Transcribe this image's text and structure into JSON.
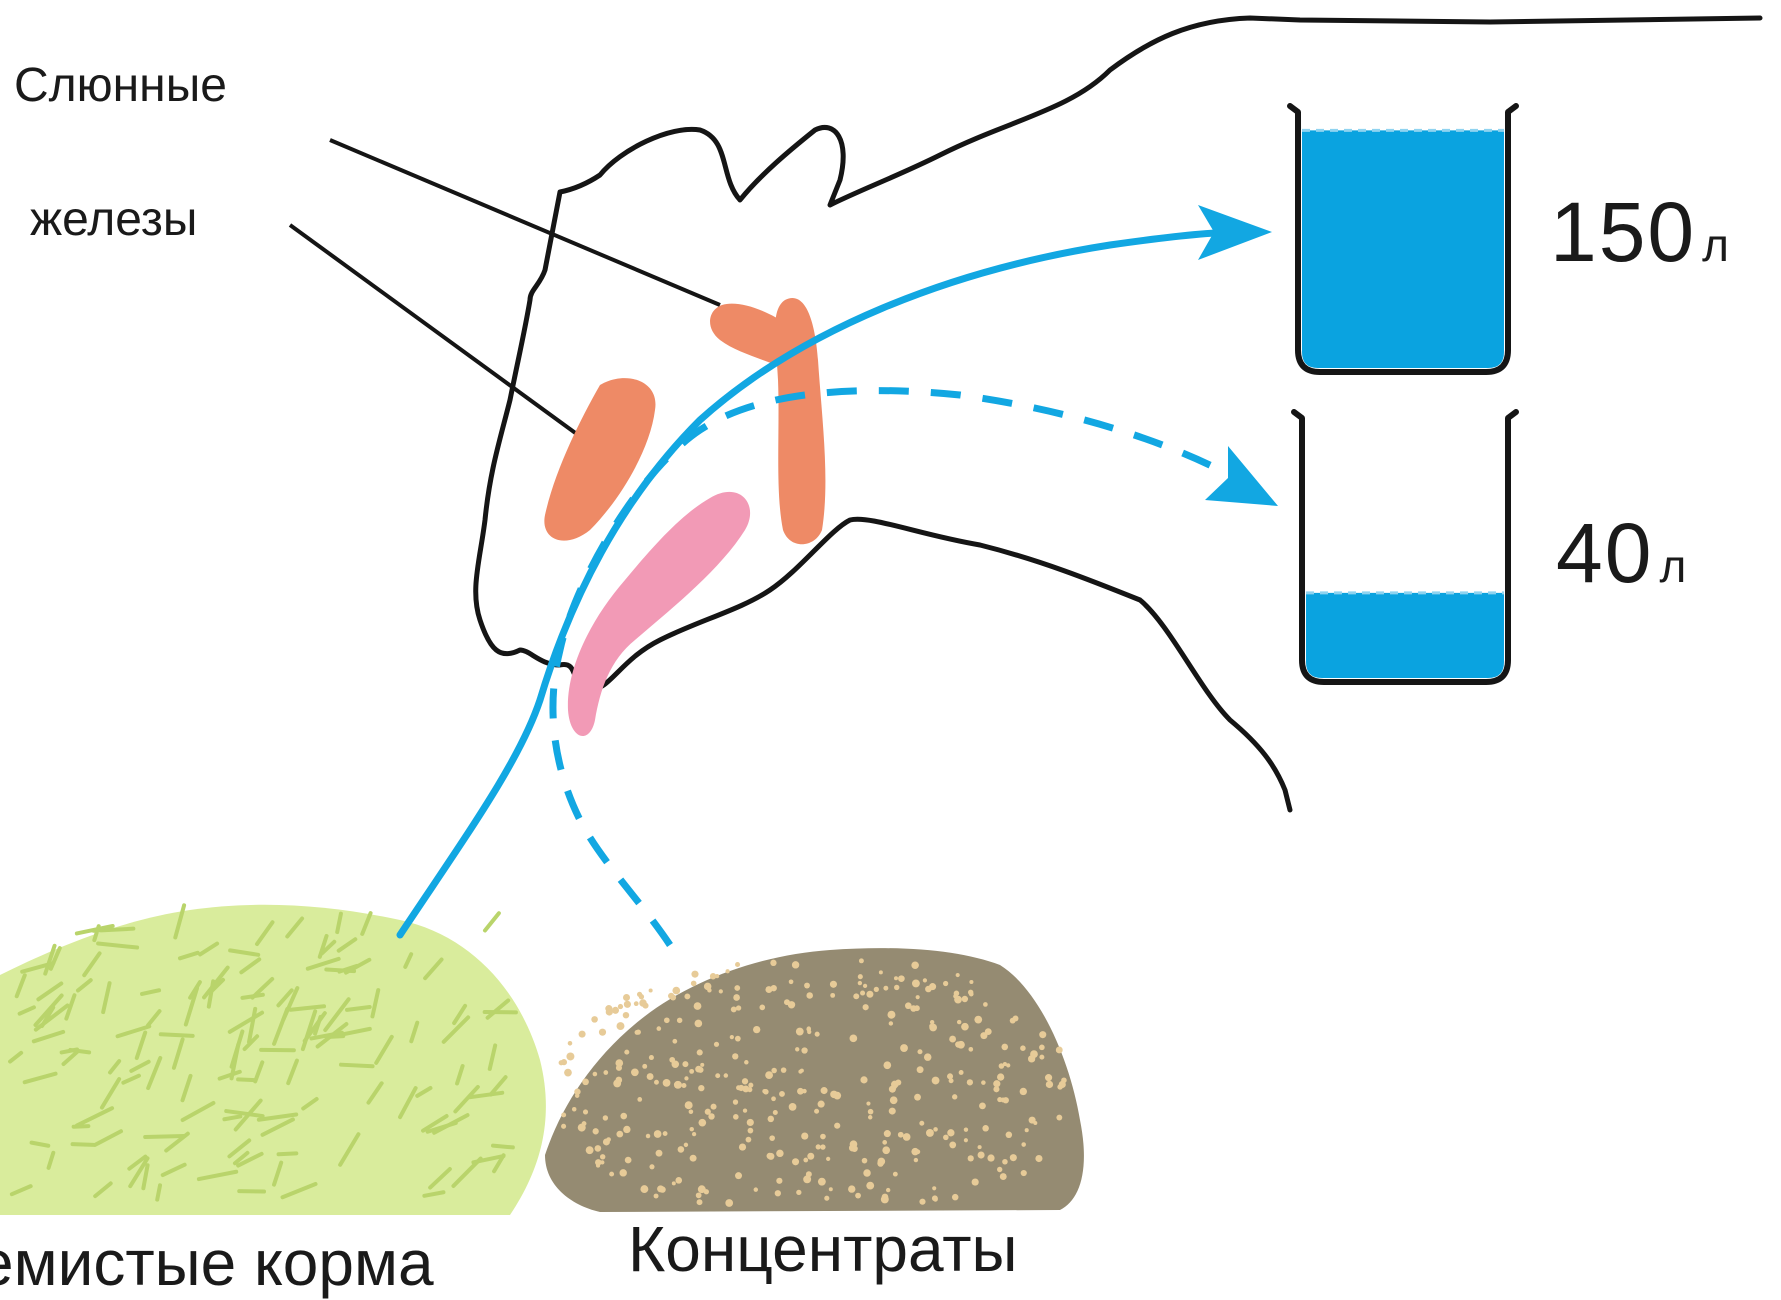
{
  "labels": {
    "glands_line1": "Слюнные",
    "glands_line2": "железы",
    "roughage": "емистые корма",
    "concentrates": "Концентраты"
  },
  "beakers": [
    {
      "value": "150",
      "unit": "л",
      "fill_level": 0.95
    },
    {
      "value": "40",
      "unit": "л",
      "fill_level": 0.33
    }
  ],
  "colors": {
    "flow": "#12a7e2",
    "water": "#0aa3e0",
    "gland": "#ee8a66",
    "tongue": "#f29ab6",
    "hay": "#d9ec9c",
    "concentrate": "#958b72",
    "outline": "#151515"
  }
}
